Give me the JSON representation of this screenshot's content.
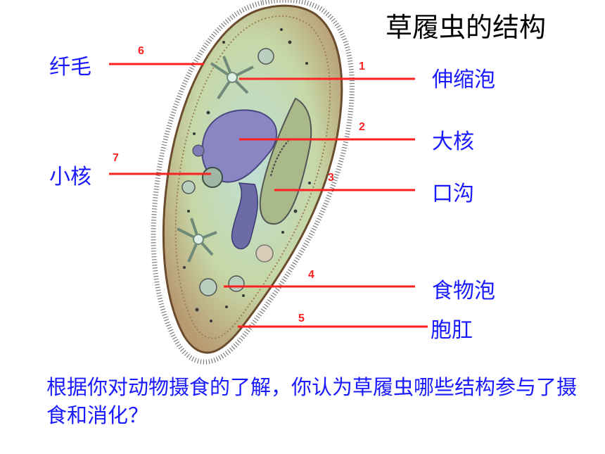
{
  "title": "草履虫的结构",
  "labels": {
    "fiber": "纤毛",
    "contractile_vacuole": "伸缩泡",
    "macronucleus": "大核",
    "micronucleus": "小核",
    "oral_groove": "口沟",
    "food_vacuole": "食物泡",
    "anal_pore": "胞肛"
  },
  "numbers": {
    "n1": "1",
    "n2": "2",
    "n3": "3",
    "n4": "4",
    "n5": "5",
    "n6": "6",
    "n7": "7"
  },
  "question": "根据你对动物摄食的了解，你认为草履虫哪些结构参与了摄食和消化？",
  "colors": {
    "label": "#1a1aff",
    "leader_line": "#ff2020",
    "cell_body": "#c9d8a8",
    "nucleus": "#8a86c4"
  }
}
